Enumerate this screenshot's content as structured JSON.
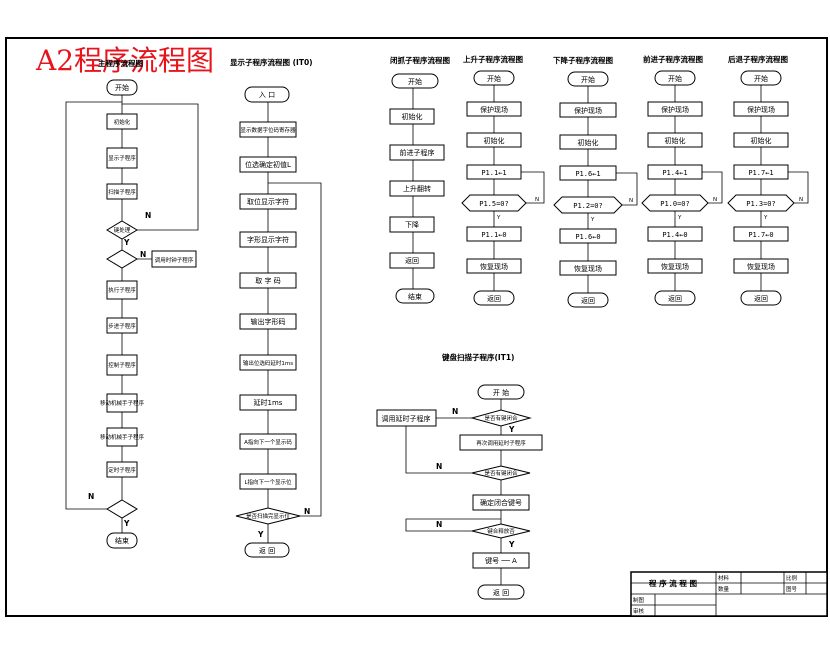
{
  "watermark": "A2程序流程图",
  "yes": "Y",
  "no": "N",
  "main": {
    "title": "主程序流程图",
    "start": "开始",
    "nodes": [
      "初始化",
      "显示子程序",
      "扫描子程序",
      "键处理",
      "调用时钟子程序",
      "执行子程序",
      "步进子程序",
      "控制子程序",
      "移动机械手子程序",
      "定时子程序"
    ],
    "end": "结束"
  },
  "kbd": {
    "title": "显示子程序流程图 (IT0)",
    "entry": "入 口",
    "nodes": [
      "显示数据字位码寄存器",
      "位选确定初值L",
      "取位显示字符",
      "字形显示字符",
      "取 字 码",
      "输出字形码",
      "输出位选码延时1ms",
      "延时1ms",
      "A指向下一个显示码",
      "L指向下一个显示位"
    ],
    "decision": "是否扫描完显示位",
    "ret": "返 回"
  },
  "cl": {
    "title": "闭抓子程序流程图",
    "start": "开始",
    "nodes": [
      "初始化",
      "前进子程序",
      "上升翻转",
      "下降",
      "返回"
    ],
    "end": "结束"
  },
  "subs": [
    {
      "title": "上升子程序流程图",
      "start": "开始",
      "n1": "保护现场",
      "n2": "初始化",
      "n3": "P1.1←1",
      "cond": "P1.5=0?",
      "n4": "P1.1←0",
      "n5": "恢复现场",
      "end": "返回"
    },
    {
      "title": "下降子程序流程图",
      "start": "开始",
      "n1": "保护现场",
      "n2": "初始化",
      "n3": "P1.6←1",
      "cond": "P1.2=0?",
      "n4": "P1.6←0",
      "n5": "恢复现场",
      "end": "返回"
    },
    {
      "title": "前进子程序流程图",
      "start": "开始",
      "n1": "保护现场",
      "n2": "初始化",
      "n3": "P1.4←1",
      "cond": "P1.0=0?",
      "n4": "P1.4←0",
      "n5": "恢复现场",
      "end": "返回"
    },
    {
      "title": "后退子程序流程图",
      "start": "开始",
      "n1": "保护现场",
      "n2": "初始化",
      "n3": "P1.7←1",
      "cond": "P1.3=0?",
      "n4": "P1.7←0",
      "n5": "恢复现场",
      "end": "返回"
    }
  ],
  "kb": {
    "title": "键盘扫描子程序(IT1)",
    "start": "开 始",
    "side": "调用延时子程序",
    "d1": "是否有键闭合",
    "n1": "再次调用延时子程序",
    "d2": "是否有键闭合",
    "n2": "确定闭合键号",
    "d3": "键合释放否",
    "n3": "键号 ── A",
    "ret": "返 回"
  },
  "tb": {
    "title": "程 序 流 程 图",
    "c1": "材料",
    "c2": "比例",
    "c3": "数量",
    "c4": "图号",
    "c5": "制图",
    "c6": "审核"
  }
}
